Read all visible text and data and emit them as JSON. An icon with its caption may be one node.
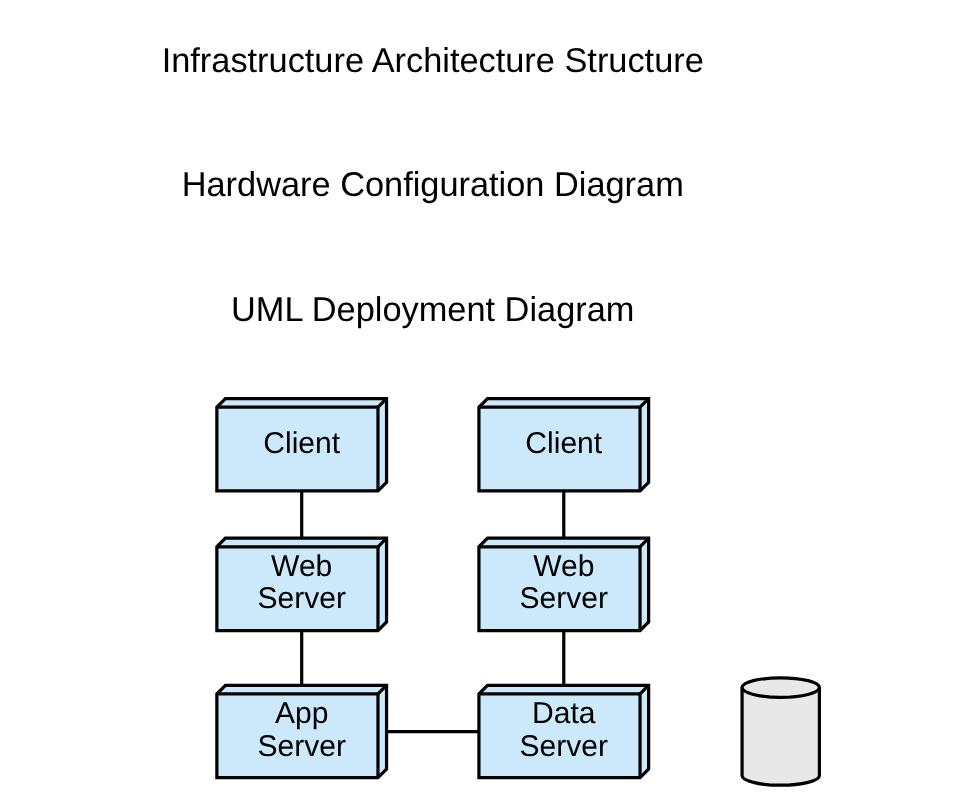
{
  "diagram": {
    "nodes": [
      {
        "text": [
          "Client"
        ]
      },
      {
        "text": [
          "Web Server"
        ]
      },
      {
        "text": [
          "App Server"
        ]
      },
      {
        "text": [
          "Client"
        ]
      },
      {
        "text": [
          "Web Server"
        ]
      },
      {
        "text": [
          "Data Server"
        ]
      },
      {
        "text": [],
        "shape": "cylinder"
      }
    ],
    "edges": [
      {
        "from": 0,
        "to": 1,
        "arrow": "none"
      },
      {
        "from": 1,
        "to": 2,
        "arrow": "none"
      },
      {
        "from": 3,
        "to": 4,
        "arrow": "none"
      },
      {
        "from": 4,
        "to": 5,
        "arrow": "none"
      },
      {
        "from": 2,
        "to": 5,
        "arrow": "none"
      }
    ],
    "labels": [
      "Infrastructure Architecture Structure",
      "Hardware Configuration Diagram",
      "UML Deployment Diagram"
    ]
  }
}
